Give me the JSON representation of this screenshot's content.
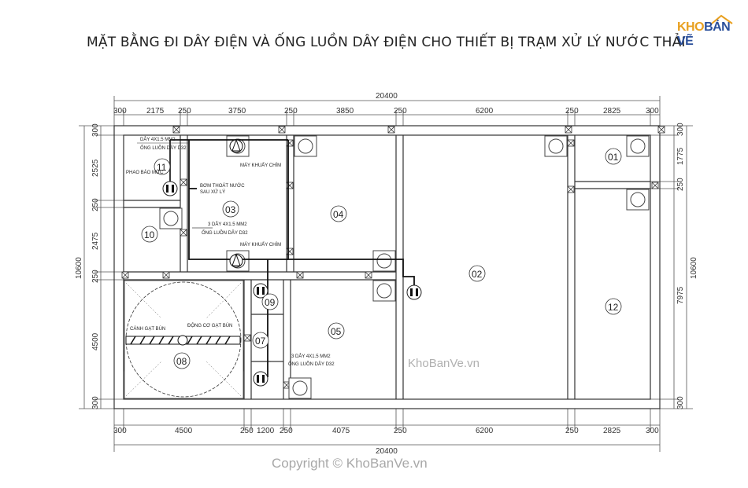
{
  "title": "MẶT BẰNG ĐI DÂY ĐIỆN VÀ ỐNG LUỒN DÂY ĐIỆN CHO THIẾT BỊ TRẠM XỬ LÝ NƯỚC THẢI",
  "logo": {
    "part1": "KHO",
    "part2": "BẢN VẼ"
  },
  "watermark": "KhoBanVe.vn",
  "copyright": "Copyright © KhoBanVe.vn",
  "dims": {
    "top_total": "20400",
    "bottom_total": "20400",
    "top": [
      "300",
      "2175",
      "250",
      "3750",
      "250",
      "3850",
      "250",
      "6200",
      "250",
      "2825",
      "300"
    ],
    "bottom": [
      "300",
      "4500",
      "250",
      "1200",
      "250",
      "4075",
      "250",
      "6200",
      "250",
      "2825",
      "300"
    ],
    "left": [
      "300",
      "2525",
      "250",
      "2475",
      "250",
      "4500",
      "300"
    ],
    "left_total": "10600",
    "right": [
      "300",
      "1775",
      "250",
      "7975",
      "300"
    ],
    "right_total": "10600"
  },
  "rooms": {
    "r01": "01",
    "r02": "02",
    "r03": "03",
    "r04": "04",
    "r05": "05",
    "r07": "07",
    "r08": "08",
    "r09": "09",
    "r10": "10",
    "r11": "11",
    "r12": "12"
  },
  "labels": {
    "cable_11": "DÂY 4X1.5 MM2",
    "conduit_11": "ỐNG LUỒN DÂY D32",
    "float": "PHAO BÁO MỨC",
    "pump_top": "MÁY KHUẤY CHÌM",
    "drain_pump": "BƠM THOÁT NƯỚC",
    "after_treat": "SAU XỬ LÝ",
    "cable_03": "3 DÂY 4X1.5 MM2",
    "conduit_03": "ỐNG LUỒN DÂY D32",
    "pump_bottom": "MÁY KHUẤY CHÌM",
    "scraper_blade": "CÁNH GẠT BÙN",
    "scraper_motor": "ĐỘNG CƠ GẠT BÙN",
    "cable_05": "3 DÂY 4X1.5 MM2",
    "conduit_05": "ỐNG LUỒN DÂY D32"
  }
}
